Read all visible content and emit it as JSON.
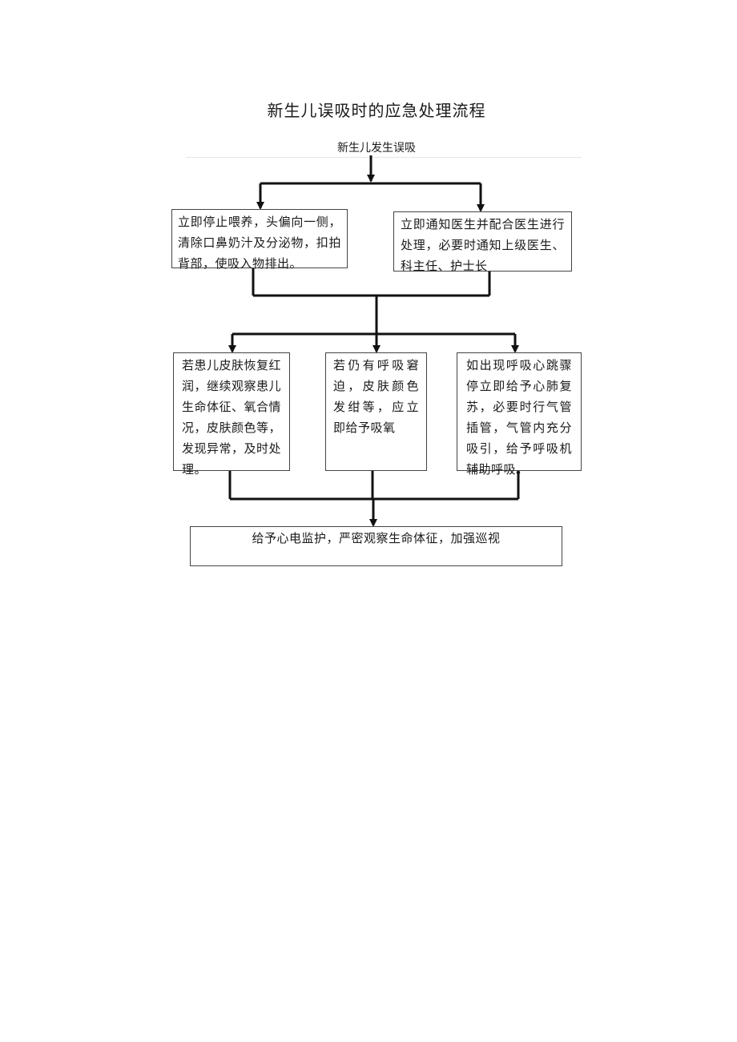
{
  "title": "新生儿误吸时的应急处理流程",
  "start": "新生儿发生误吸",
  "row1": [
    "立即停止喂养，头偏向一侧，清除口鼻奶汁及分泌物，扣拍背部，使吸入物排出。",
    "立即通知医生并配合医生进行处理，必要时通知上级医生、科主任、护士长"
  ],
  "row2": [
    "若患儿皮肤恢复红润，继续观察患儿生命体征、氧合情况，皮肤颜色等，发现异常，及时处理。",
    "若仍有呼吸窘迫，皮肤颜色发绀等，应立即给予吸氧",
    "如出现呼吸心跳骤停立即给予心肺复苏，必要时行气管插管，气管内充分吸引，给予呼吸机辅助呼吸。"
  ],
  "final": "给予心电监护，严密观察生命体征，加强巡视"
}
